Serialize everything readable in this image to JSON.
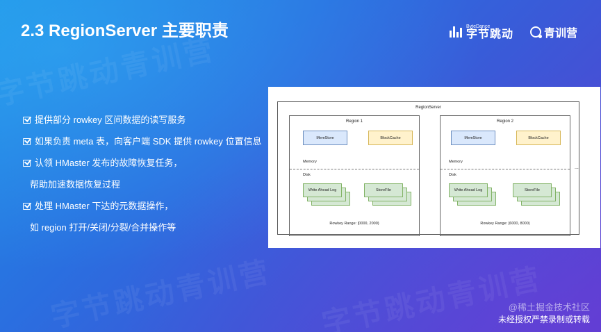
{
  "header": {
    "title": "2.3 RegionServer 主要职责",
    "brand_small": "ByteDance",
    "brand_main": "字节跳动",
    "brand_secondary": "青训营"
  },
  "bullets": [
    {
      "text": "提供部分 rowkey 区间数据的读写服务",
      "icon": true
    },
    {
      "text": "如果负责 meta 表，向客户端 SDK 提供 rowkey 位置信息",
      "icon": true
    },
    {
      "text": "认领 HMaster 发布的故障恢复任务，",
      "icon": true
    },
    {
      "text": "帮助加速数据恢复过程",
      "icon": false
    },
    {
      "text": "处理 HMaster 下达的元数据操作，",
      "icon": true
    },
    {
      "text": "如 region 打开/关闭/分裂/合并操作等",
      "icon": false
    }
  ],
  "diagram": {
    "title": "RegionServer",
    "regions": [
      {
        "name": "Region 1",
        "memstore": "MemStore",
        "blockcache": "BlockCache",
        "memory_label": "Memory",
        "disk_label": "Disk",
        "wal": "Write Ahead Log",
        "storefile": "StoreFile",
        "range": "Rowkey Range: [0000, 2000)"
      },
      {
        "name": "Region 2",
        "memstore": "MemStore",
        "blockcache": "BlockCache",
        "memory_label": "Memory",
        "disk_label": "Disk",
        "wal": "Write Ahead Log",
        "storefile": "StoreFile",
        "range": "Rowkey Range: [6000, 8000)"
      }
    ],
    "ellipsis": "..."
  },
  "watermark": {
    "background_text": "字节跳动青训营",
    "site": "@稀土掘金技术社区",
    "notice": "未经授权严禁录制或转载"
  },
  "colors": {
    "bg_start": "#1f8fe6",
    "bg_end": "#5a3ed0",
    "memstore_fill": "#dae8fc",
    "blockcache_fill": "#fff2cc",
    "disk_fill": "#d5e8d4"
  }
}
